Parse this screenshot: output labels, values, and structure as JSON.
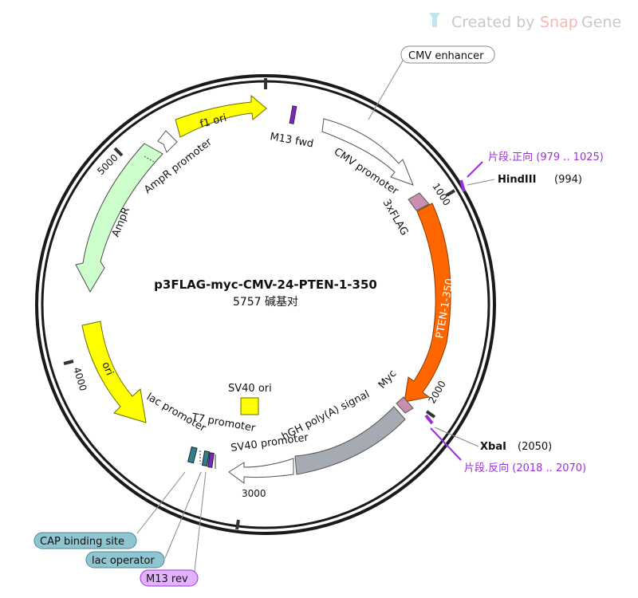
{
  "brand": {
    "prefix": "Created by",
    "snap": "Snap",
    "gene": "Gene"
  },
  "map": {
    "name": "p3FLAG-myc-CMV-24-PTEN-1-350",
    "length_label": "5757 碱基对"
  },
  "ticks": [
    "1000",
    "2000",
    "3000",
    "4000",
    "5000"
  ],
  "features": {
    "cmv_enhancer": "CMV enhancer",
    "m13_fwd": "M13 fwd",
    "cmv_promoter": "CMV promoter",
    "flag": "3xFLAG",
    "pten": "PTEN-1-350",
    "myc": "Myc",
    "hgh": "hGH poly(A) signal",
    "sv40_promoter": "SV40 promoter",
    "sv40_ori": "SV40 ori",
    "t7_promoter": "T7 promoter",
    "lac_promoter": "lac promoter",
    "ori": "ori",
    "ampr": "AmpR",
    "ampr_promoter": "AmpR promoter",
    "f1_ori": "f1 ori",
    "cap_site": "CAP binding site",
    "lac_operator": "lac operator",
    "m13_rev": "M13 rev"
  },
  "sites": {
    "hindiii": {
      "name": "HindIII",
      "pos": "(994)"
    },
    "xbai": {
      "name": "XbaI",
      "pos": "(2050)"
    }
  },
  "primers": {
    "fwd": "片段.正向  (979 .. 1025)",
    "rev": "片段.反向  (2018 .. 2070)"
  },
  "colors": {
    "pten": "#ff6600",
    "ori": "#ffff00",
    "ampr": "#ccffcc",
    "hgh": "#a6abb3",
    "primer": "#9b30d9",
    "cap": "#8ec5d1",
    "m13": "#e3b3ff"
  }
}
